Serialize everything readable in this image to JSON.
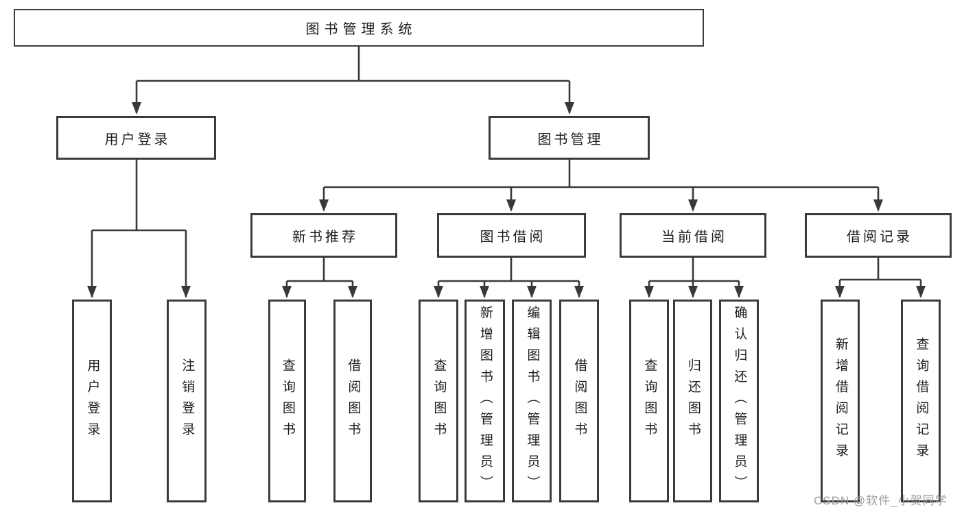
{
  "diagram": {
    "title": "图书管理系统",
    "colors": {
      "background": "#ffffff",
      "border": "#3b3b3b",
      "line": "#3a3a3a",
      "arrow": "#383838",
      "text": "#1c1c1c",
      "watermark": "#9e9e9e"
    },
    "nodes": {
      "root": "图书管理系统",
      "level2": {
        "userLogin": "用户登录",
        "bookMgmt": "图书管理"
      },
      "level3": {
        "newBookRec": "新书推荐",
        "bookBorrow": "图书借阅",
        "currentBorrow": "当前借阅",
        "borrowRecord": "借阅记录"
      },
      "leaves": {
        "userLogin": "用户登录",
        "logout": "注销登录",
        "recQueryBook": "查询图书",
        "recBorrowBook": "借阅图书",
        "borQueryBook": "查询图书",
        "borAddBook": "新增图书（管理员）",
        "borEditBook": "编辑图书（管理员）",
        "borBorrowBook": "借阅图书",
        "curQueryBook": "查询图书",
        "curReturnBook": "归还图书",
        "curConfirmReturn": "确认归还（管理员）",
        "recordAdd": "新增借阅记录",
        "recordQuery": "查询借阅记录"
      }
    },
    "hierarchy": [
      {
        "parent": "图书管理系统",
        "children": [
          "用户登录",
          "图书管理"
        ]
      },
      {
        "parent": "用户登录",
        "children": [
          "用户登录",
          "注销登录"
        ]
      },
      {
        "parent": "图书管理",
        "children": [
          "新书推荐",
          "图书借阅",
          "当前借阅",
          "借阅记录"
        ]
      },
      {
        "parent": "新书推荐",
        "children": [
          "查询图书",
          "借阅图书"
        ]
      },
      {
        "parent": "图书借阅",
        "children": [
          "查询图书",
          "新增图书（管理员）",
          "编辑图书（管理员）",
          "借阅图书"
        ]
      },
      {
        "parent": "当前借阅",
        "children": [
          "查询图书",
          "归还图书",
          "确认归还（管理员）"
        ]
      },
      {
        "parent": "借阅记录",
        "children": [
          "新增借阅记录",
          "查询借阅记录"
        ]
      }
    ],
    "watermark": "CSDN @软件_小贺同学"
  }
}
